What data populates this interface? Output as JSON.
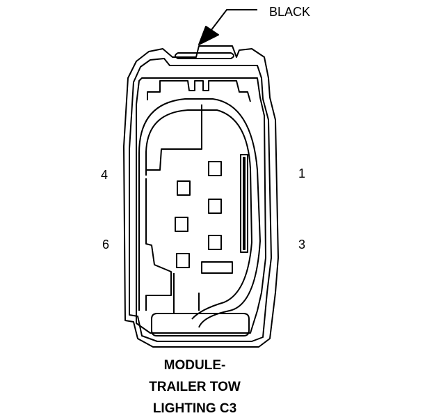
{
  "callout": {
    "label": "BLACK"
  },
  "pins": {
    "left_top": "4",
    "left_bottom": "6",
    "right_top": "1",
    "right_bottom": "3"
  },
  "title_lines": [
    "MODULE-",
    "TRAILER TOW",
    "LIGHTING C3"
  ],
  "colors": {
    "stroke": "#000000",
    "background": "#ffffff"
  }
}
